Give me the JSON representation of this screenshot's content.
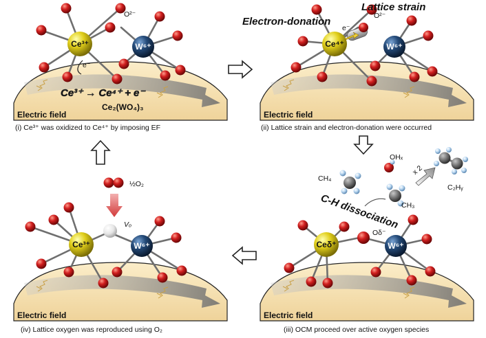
{
  "panels": {
    "p1": {
      "caption": "(i) Ce³⁺ was oxidized to Ce⁴⁺ by imposing EF",
      "ce_label": "Ce³⁺",
      "w_label": "W⁶⁺",
      "o_label": "O²⁻",
      "electron": "e⁻",
      "reaction": "Ce³⁺ → Ce⁴⁺ + e⁻",
      "compound": "Ce₂(WO₄)₃",
      "field": "Electric field"
    },
    "p2": {
      "caption": "(ii) Lattice strain and electron-donation were occurred",
      "ce_label": "Ce⁴⁺",
      "w_label": "W⁶⁺",
      "o_label": "O²⁻",
      "electron": "e⁻",
      "title_strain": "Lattice strain",
      "title_donation": "Electron-donation",
      "field": "Electric field"
    },
    "p3": {
      "caption": "(iii) OCM proceed over active oxygen species",
      "ce_label": "Ceδ⁺",
      "w_label": "W⁶⁺",
      "o_label": "Oδ⁻",
      "ch4": "CH₄",
      "ohx": "OHₓ",
      "ch3": "CH₃",
      "c2hy": "C₂Hᵧ",
      "x2": "x 2",
      "ch_dissociation": "C-H dissociation",
      "field": "Electric field"
    },
    "p4": {
      "caption": "(iv) Lattice oxygen was reproduced using O₂",
      "ce_label": "Ce³⁺",
      "w_label": "W⁶⁺",
      "half_o2": "½O₂",
      "vo": "Vₒ",
      "field": "Electric field"
    }
  },
  "colors": {
    "ce": "#e7d61c",
    "w": "#1f3f66",
    "oxygen": "#c81a1a",
    "support": "#f5e2b5",
    "arrow_band": "#8d8d8d"
  },
  "icons": [
    "cycle-arrow-icon",
    "gradient-arrow-icon"
  ]
}
